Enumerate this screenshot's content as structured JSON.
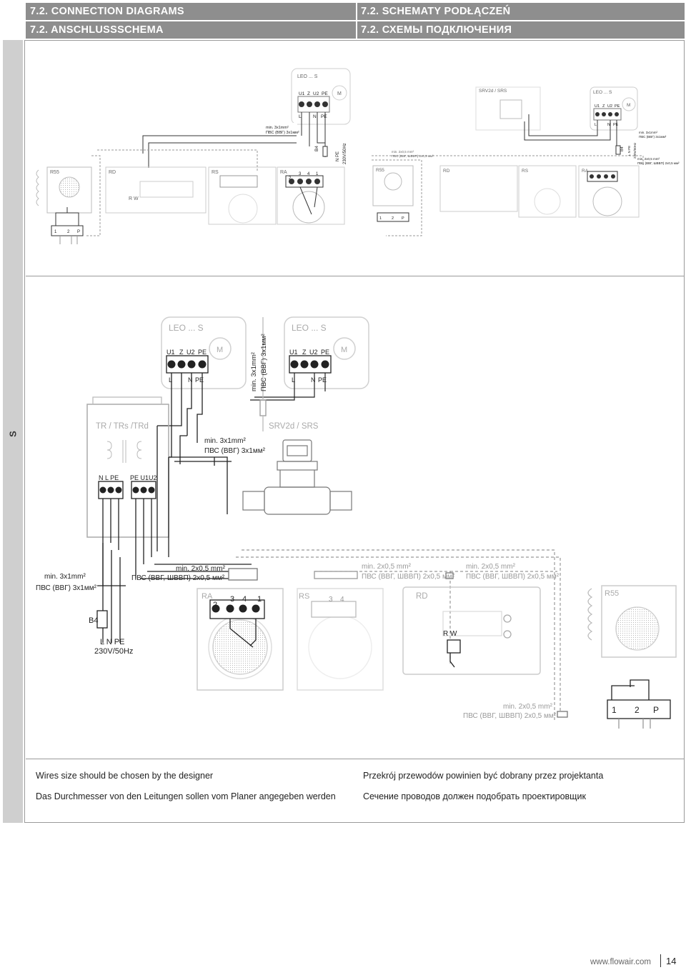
{
  "header": {
    "row1_left": "7.2. CONNECTION DIAGRAMS",
    "row1_right": "7.2. SCHEMATY PODŁĄCZEŃ",
    "row2_left": "7.2. ANSCHLUSSSCHEMA",
    "row2_right": "7.2. СХЕМЫ ПОДКЛЮЧЕНИЯ"
  },
  "side_label": "S",
  "diagram1": {
    "leo": "LEO ... S",
    "motor": "M",
    "terminals_top": [
      "U1",
      "Z",
      "U2",
      "PE"
    ],
    "terminals_bottom": [
      "L",
      "N",
      "PE"
    ],
    "cable_power": "min. 3x1mm²",
    "cable_power_ru": "ПВС (ВВГ) 3x1мм²",
    "b4": "B4",
    "supply_l": "L",
    "supply_npe": "N PE",
    "supply_voltage": "230V/50Hz",
    "r55": "R55",
    "rd": "RD",
    "rd_rw": "R  W",
    "rs": "RS",
    "ra": "RA",
    "n2": "2",
    "n3": "3",
    "n4": "4",
    "n1": "1",
    "r55_terms": [
      "1",
      "2",
      "P"
    ]
  },
  "diagram2": {
    "srv": "SRV2d / SRS",
    "leo": "LEO ... S",
    "motor": "M",
    "terminals_top": [
      "U1",
      "Z",
      "U2",
      "PE"
    ],
    "terminals_bottom": [
      "L",
      "N",
      "PE"
    ],
    "cable_power": "min. 3x1mm²",
    "cable_power_ru": "ПВС (ВВГ) 3x1мм²",
    "cable_signal": "min. 2x0,5 mm²",
    "cable_signal_ru": "ПВС (ВВГ, ШВВП) 2x0,5 мм²",
    "b4": "B4",
    "supply": "L N PE",
    "supply_voltage": "230V/50Hz",
    "r55": "R55",
    "rd": "RD",
    "rs": "RS",
    "ra": "RA",
    "r55_terms": [
      "1",
      "2",
      "P"
    ]
  },
  "main": {
    "leo1": "LEO ... S",
    "leo2": "LEO ... S",
    "motor": "M",
    "terminals_top": [
      "U1",
      "Z",
      "U2",
      "PE"
    ],
    "terminals_bottom": [
      "L",
      "N",
      "PE"
    ],
    "vert_cable": "min. 3x1mm²",
    "vert_cable_ru": "ПВС (ВВГ) 3x1мм²",
    "tr": "TR / TRs /TRd",
    "tr_terms_left": "N  L  PE",
    "tr_terms_right": "PE U1U2",
    "cable_a": "min. 3x1mm²",
    "cable_a_ru": "ПВС (ВВГ) 3x1мм²",
    "srv": "SRV2d / SRS",
    "cable_b": "min. 3x1mm²",
    "cable_b_ru": "ПВС (ВВГ) 3x1мм²",
    "cable_c": "min. 2x0,5 mm²",
    "cable_c_ru": "ПВС (ВВГ, ШВВП) 2x0,5 мм²",
    "cable_d": "min. 2x0,5 mm²",
    "cable_d_ru": "ПВС (ВВГ, ШВВП) 2x0,5 мм²",
    "cable_e": "min. 2x0,5 mm²",
    "cable_e_ru": "ПВС (ВВГ, ШВВП) 2x0,5 мм²",
    "cable_f": "min. 2x0,5 mm²",
    "cable_f_ru": "ПВС (ВВГ, ШВВП) 2x0,5 мм²",
    "ra": "RA",
    "rs": "RS",
    "rd": "RD",
    "r55": "R55",
    "n2": "2",
    "n3": "3",
    "n4": "4",
    "n1": "1",
    "rw": "R    W",
    "b4": "B4",
    "supply": "L   N  PE",
    "supply_voltage": "230V/50Hz",
    "r55_t1": "1",
    "r55_t2": "2",
    "r55_tp": "P"
  },
  "notes": {
    "en": "Wires size should be chosen by the designer",
    "de": "Das Durchmesser von den Leitungen sollen vom Planer angegeben werden",
    "pl": "Przekrój przewodów powinien być dobrany przez projektanta",
    "ru": "Сечение проводов должен подобрать проектировщик"
  },
  "footer": {
    "url": "www.flowair.com",
    "page": "14"
  }
}
